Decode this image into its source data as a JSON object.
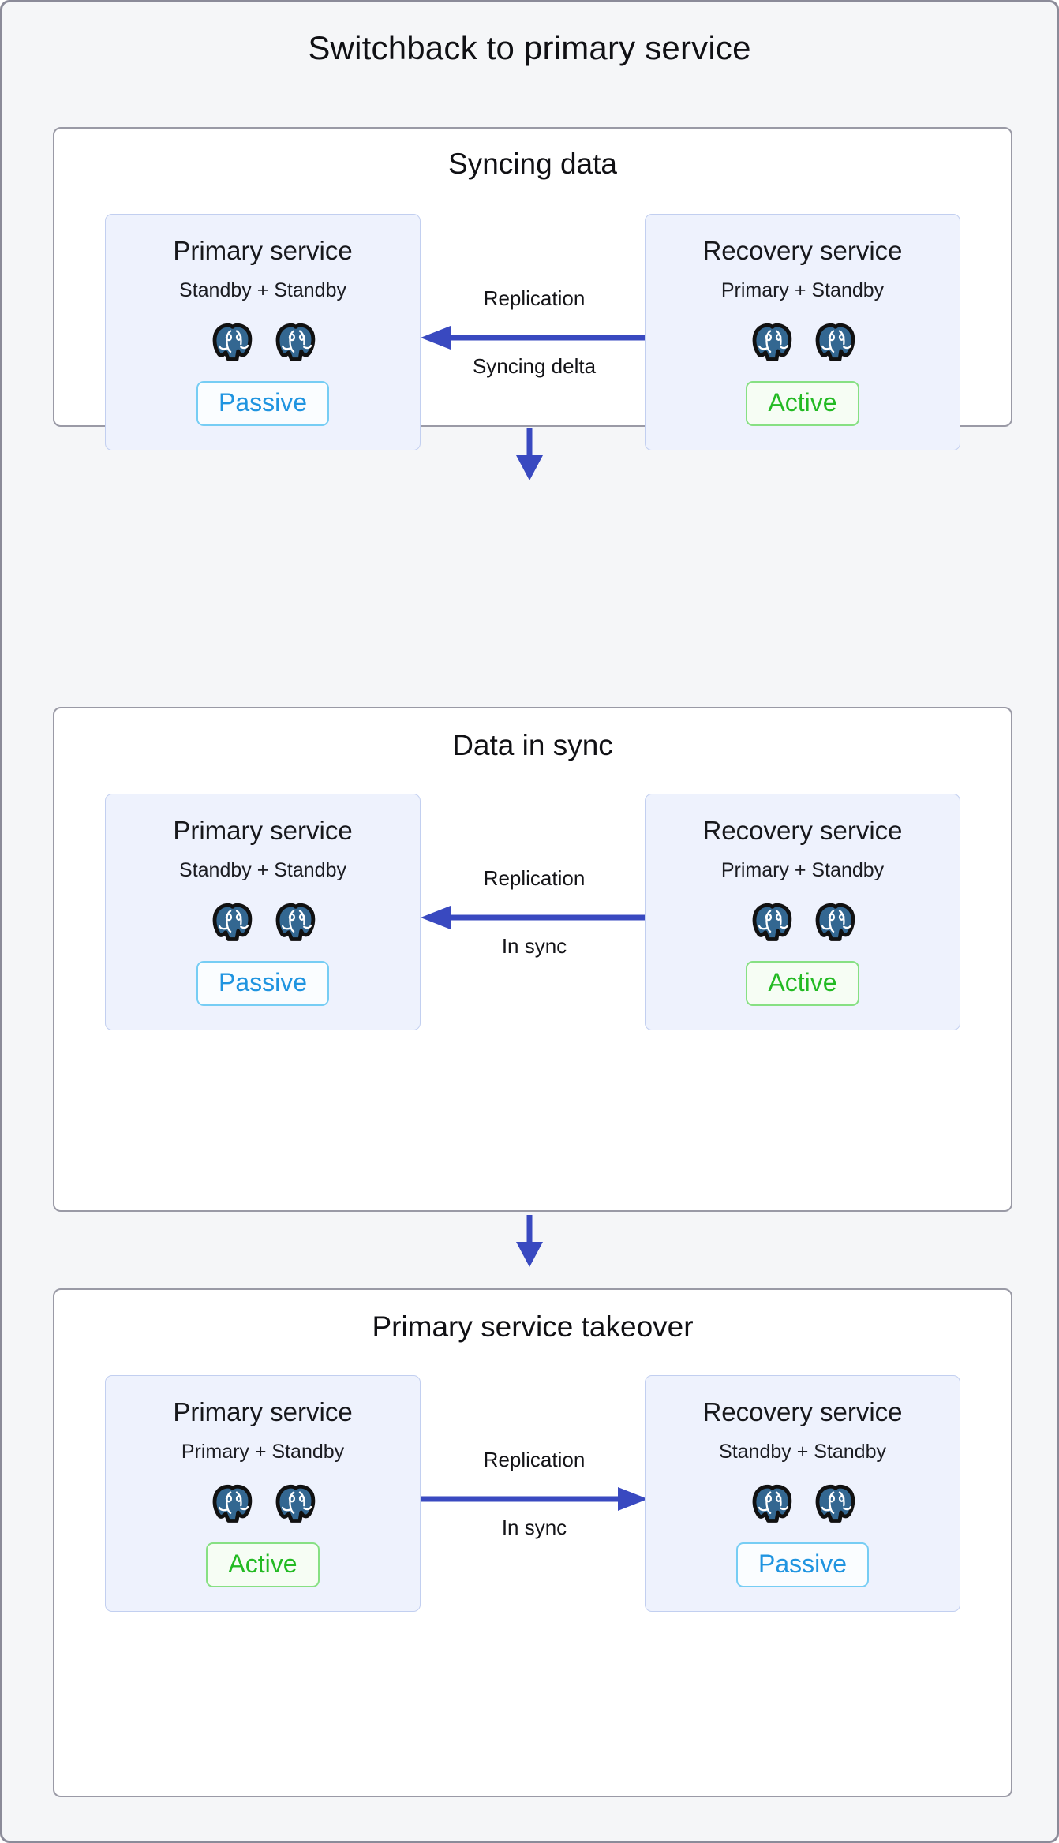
{
  "diagram": {
    "title": "Switchback to primary service",
    "accent_arrow_color": "#3949c0",
    "panel_border_color": "#9a9aa6",
    "card_bg_color": "#eef2fd",
    "card_border_color": "#c2cff0",
    "passive_color": "#1f94e0",
    "active_color": "#23ba23",
    "page_bg_color": "#f5f6f8"
  },
  "stages": [
    {
      "title": "Syncing data",
      "left": {
        "name": "Primary service",
        "role": "Standby + Standby",
        "nodes": [
          "postgres-elephant-icon",
          "postgres-elephant-icon"
        ],
        "state": "Passive",
        "state_kind": "passive"
      },
      "right": {
        "name": "Recovery service",
        "role": "Primary + Standby",
        "nodes": [
          "postgres-elephant-icon",
          "postgres-elephant-icon"
        ],
        "state": "Active",
        "state_kind": "active"
      },
      "link": {
        "label_top": "Replication",
        "label_bottom": "Syncing delta",
        "direction": "left"
      }
    },
    {
      "title": "Data in sync",
      "left": {
        "name": "Primary service",
        "role": "Standby + Standby",
        "nodes": [
          "postgres-elephant-icon",
          "postgres-elephant-icon"
        ],
        "state": "Passive",
        "state_kind": "passive"
      },
      "right": {
        "name": "Recovery service",
        "role": "Primary + Standby",
        "nodes": [
          "postgres-elephant-icon",
          "postgres-elephant-icon"
        ],
        "state": "Active",
        "state_kind": "active"
      },
      "link": {
        "label_top": "Replication",
        "label_bottom": "In sync",
        "direction": "left"
      }
    },
    {
      "title": "Primary service takeover",
      "left": {
        "name": "Primary service",
        "role": "Primary + Standby",
        "nodes": [
          "postgres-elephant-icon",
          "postgres-elephant-icon"
        ],
        "state": "Active",
        "state_kind": "active"
      },
      "right": {
        "name": "Recovery service",
        "role": "Standby + Standby",
        "nodes": [
          "postgres-elephant-icon",
          "postgres-elephant-icon"
        ],
        "state": "Passive",
        "state_kind": "passive"
      },
      "link": {
        "label_top": "Replication",
        "label_bottom": "In sync",
        "direction": "right"
      }
    }
  ],
  "step_arrows": [
    {
      "icon": "down-arrow-icon"
    },
    {
      "icon": "down-arrow-icon"
    }
  ]
}
